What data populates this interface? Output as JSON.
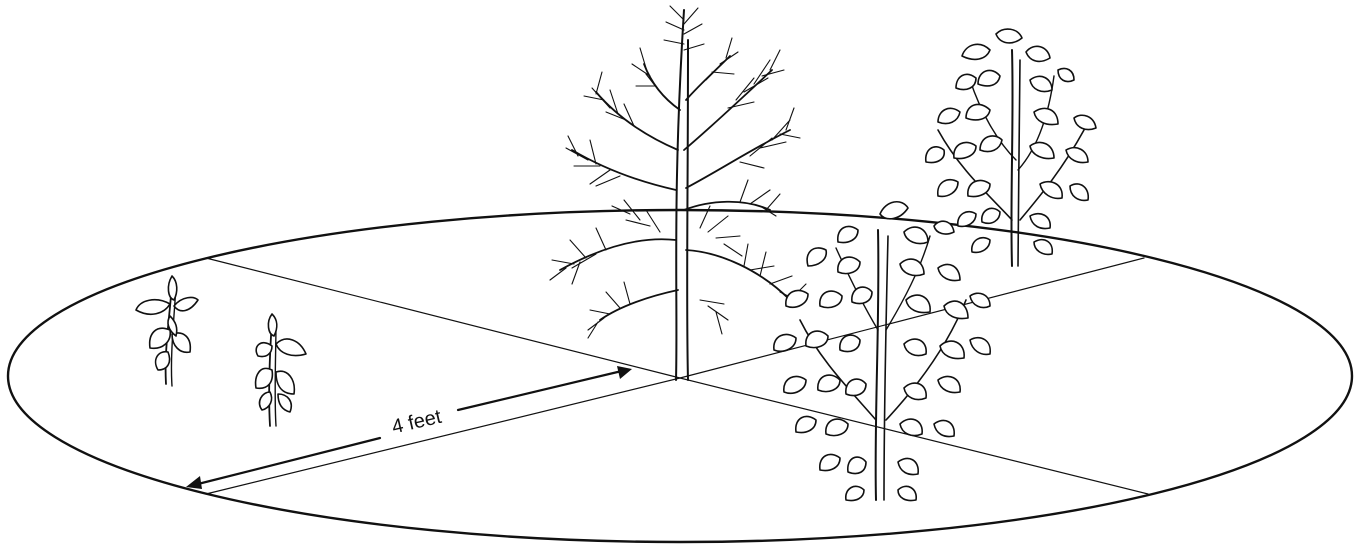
{
  "diagram": {
    "measurement_label": "4 feet",
    "colors": {
      "ink": "#111111",
      "background": "#ffffff"
    },
    "plants": [
      {
        "kind": "small-seedling",
        "name": "seedling-left"
      },
      {
        "kind": "small-seedling",
        "name": "seedling-right"
      },
      {
        "kind": "pine-tree",
        "name": "pine-tree"
      },
      {
        "kind": "leafy-shrub",
        "name": "shrub-back"
      },
      {
        "kind": "leafy-shrub",
        "name": "shrub-front"
      }
    ]
  }
}
